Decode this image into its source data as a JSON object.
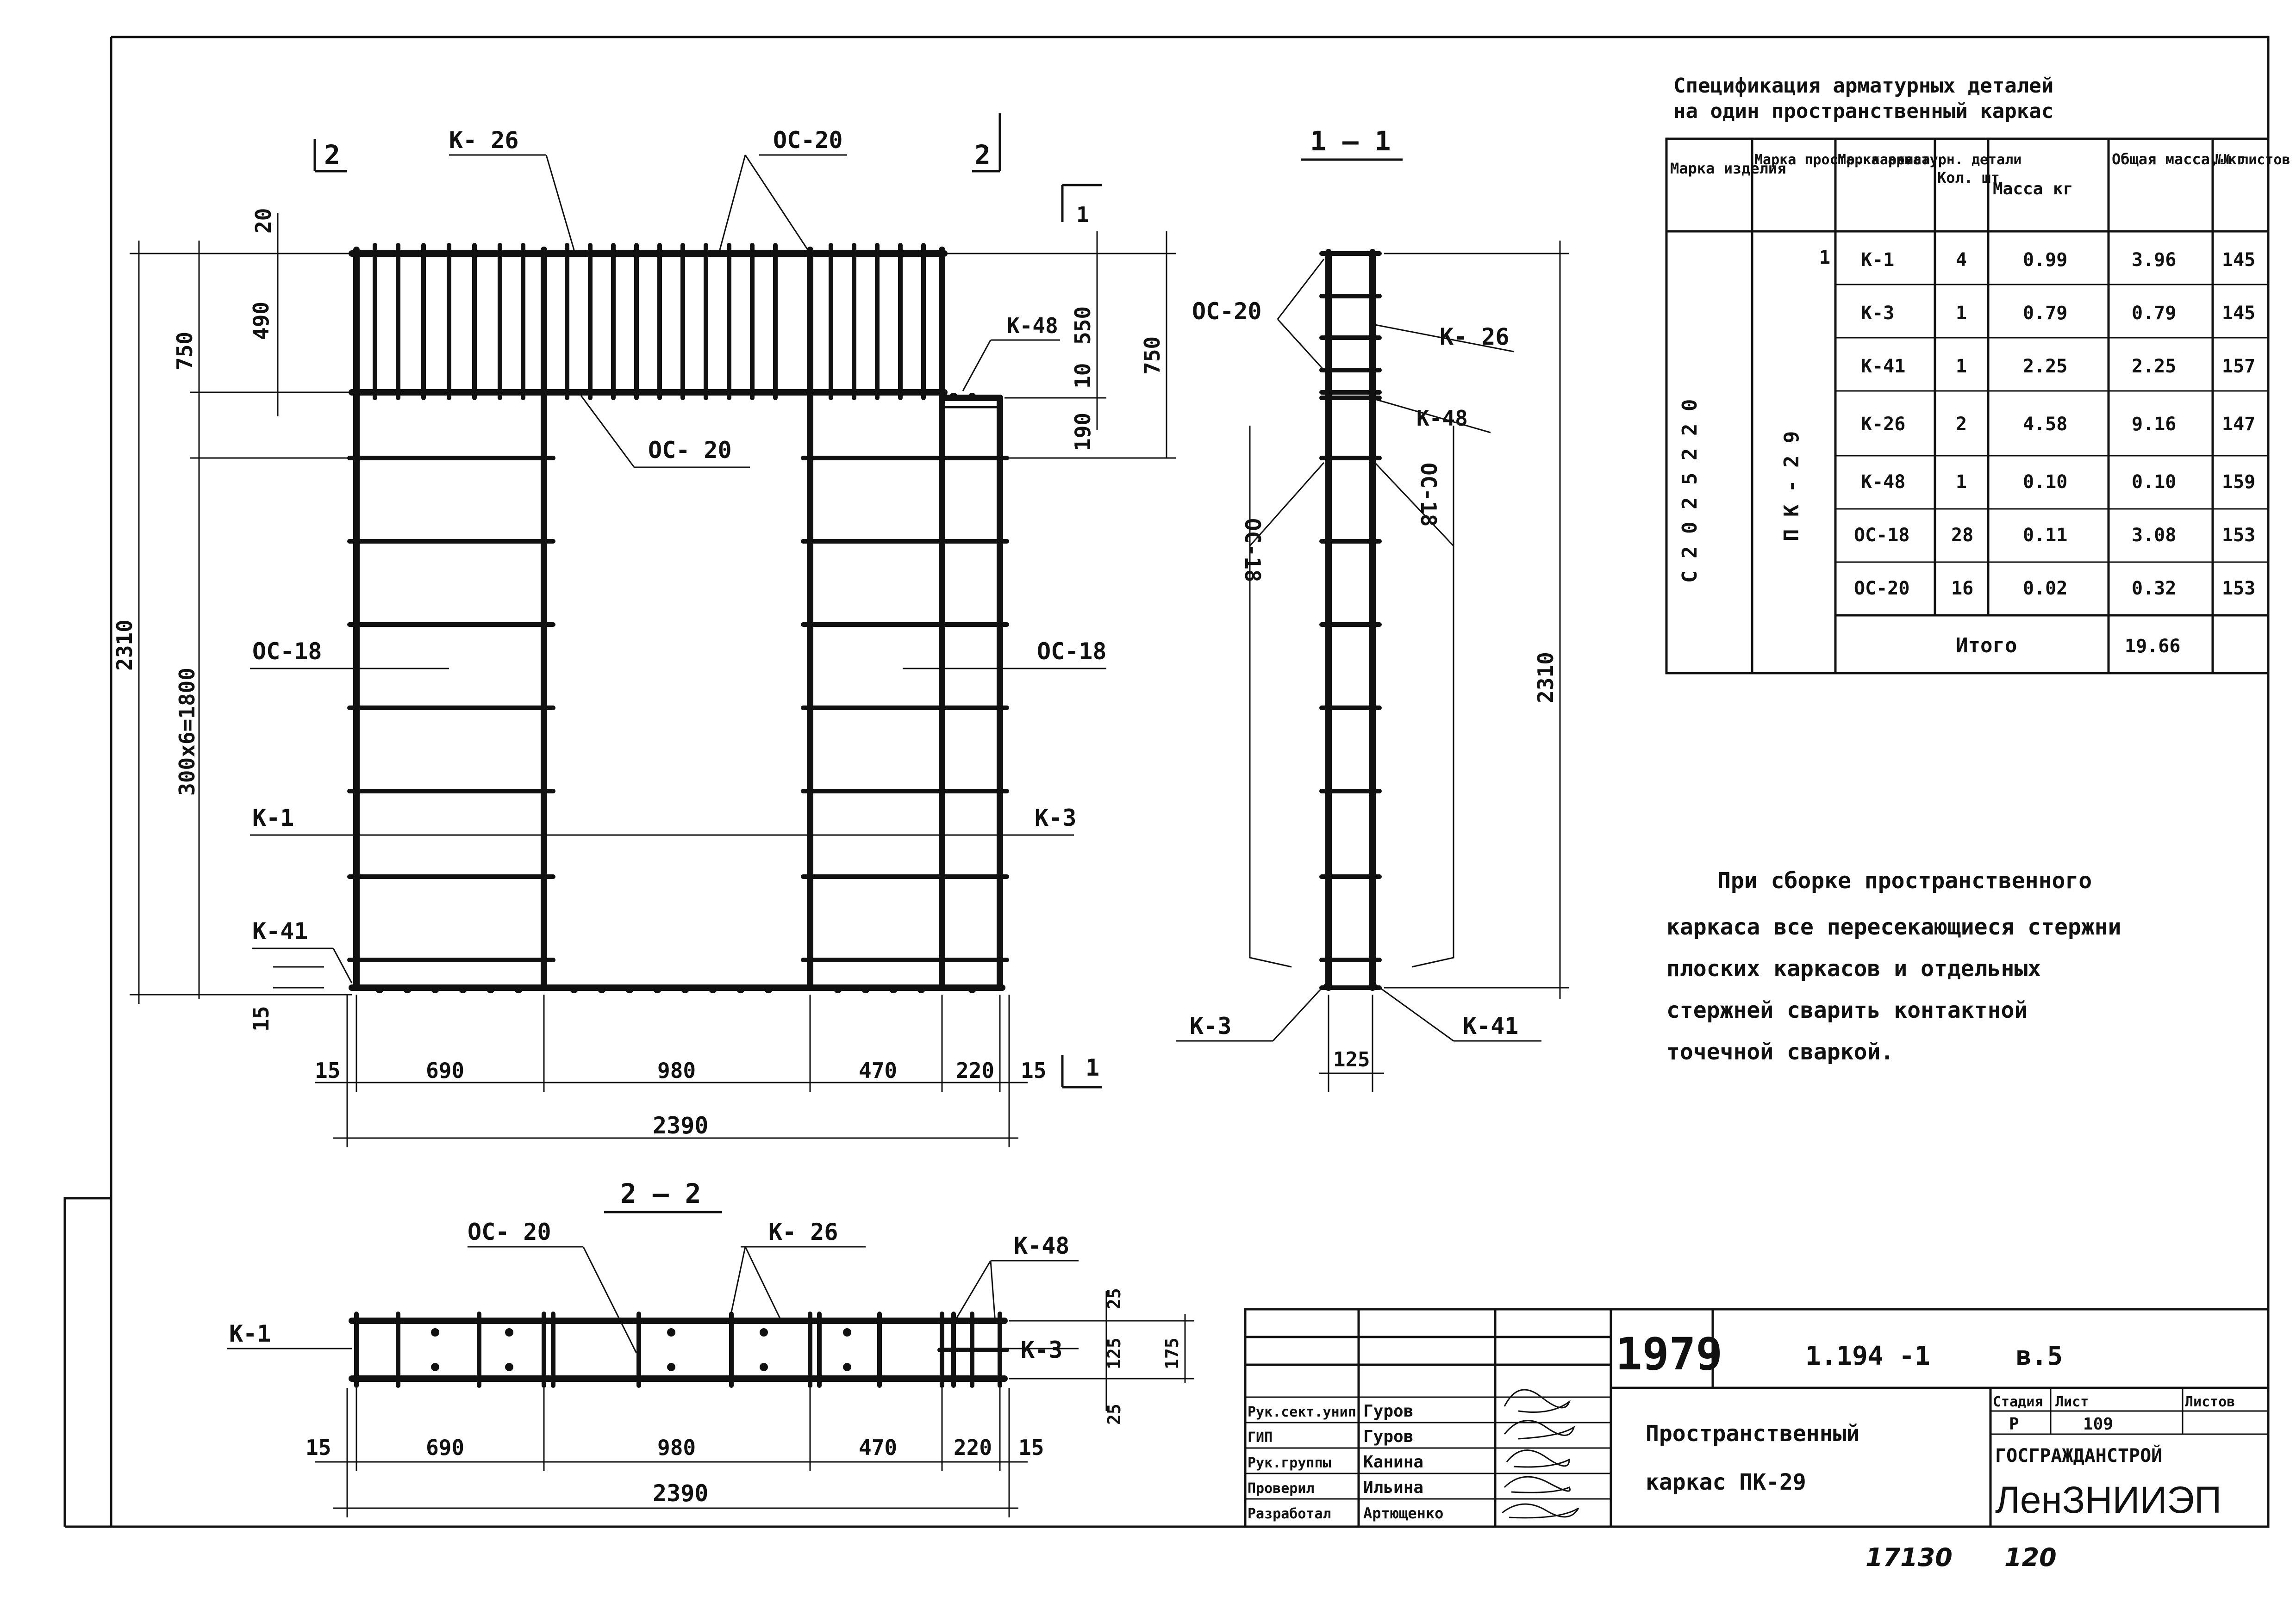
{
  "drawing": {
    "section_marks": {
      "left_2": "2",
      "right_2": "2",
      "section_1_1": "1 — 1",
      "section_2_2": "2 — 2",
      "cut_1": "1"
    },
    "front_view": {
      "labels": {
        "k26": "К- 26",
        "oc20_top": "ОС-20",
        "oc20_mid": "ОС- 20",
        "k48": "К-48",
        "oc18_left": "ОС-18",
        "oc18_right": "ОС-18",
        "k1": "К-1",
        "k3": "К-3",
        "k41": "К-41"
      },
      "dims": {
        "d20": "20",
        "d490": "490",
        "d750_left": "750",
        "d2310": "2310",
        "d300x6": "300х6=1800",
        "d15_vert": "15",
        "d10": "10",
        "d550": "550",
        "d750_right": "750",
        "d190": "190",
        "bottom": [
          "15",
          "690",
          "980",
          "470",
          "220",
          "15"
        ],
        "total": "2390"
      }
    },
    "section_1_1": {
      "labels": {
        "oc20": "ОС-20",
        "k26": "К- 26",
        "k48": "К-48",
        "oc18_left": "ОС-18",
        "oc18_right": "ОС-18",
        "k3": "К-3",
        "k41": "К-41"
      },
      "dims": {
        "height": "2310",
        "width": "125"
      }
    },
    "section_2_2": {
      "labels": {
        "oc20": "ОС- 20",
        "k26": "К- 26",
        "k48": "К-48",
        "k1": "К-1",
        "k3": "К-3"
      },
      "dims": {
        "d25_top": "25",
        "d125": "125",
        "d175": "175",
        "d25_bottom": "25",
        "bottom": [
          "15",
          "690",
          "980",
          "470",
          "220",
          "15"
        ],
        "total": "2390"
      }
    }
  },
  "specification": {
    "title_line1": "Спецификация арматурных деталей",
    "title_line2": "на один пространственный каркас",
    "headers": [
      "Марка изделия",
      "Марка простр. каркаса",
      "Марка арматурн. детали",
      "Кол. шт",
      "Масса кг",
      "Общая масса, кг",
      "№№ листов"
    ],
    "product_mark": "С 2 0 2 5 2 2 0",
    "frame_mark": "П К - 2 9",
    "rows": [
      {
        "part": "К-1",
        "qty": "4",
        "mass": "0.99",
        "total": "3.96",
        "sheet": "145"
      },
      {
        "part": "К-3",
        "qty": "1",
        "mass": "0.79",
        "total": "0.79",
        "sheet": "145"
      },
      {
        "part": "К-41",
        "qty": "1",
        "mass": "2.25",
        "total": "2.25",
        "sheet": "157"
      },
      {
        "part": "К-26",
        "qty": "2",
        "mass": "4.58",
        "total": "9.16",
        "sheet": "147"
      },
      {
        "part": "К-48",
        "qty": "1",
        "mass": "0.10",
        "total": "0.10",
        "sheet": "159"
      },
      {
        "part": "ОС-18",
        "qty": "28",
        "mass": "0.11",
        "total": "3.08",
        "sheet": "153"
      },
      {
        "part": "ОС-20",
        "qty": "16",
        "mass": "0.02",
        "total": "0.32",
        "sheet": "153"
      }
    ],
    "total_label": "Итого",
    "total_value": "19.66"
  },
  "note": {
    "lines": [
      "При сборке пространственного",
      "каркаса все пересекающиеся стержни",
      "плоских каркасов и отдельных",
      "стержней сварить контактной",
      "точечной сваркой."
    ]
  },
  "title_block": {
    "year": "1979",
    "series": "1.194 -1",
    "issue": "в.5",
    "name_line1": "Пространственный",
    "name_line2": "каркас  ПК-29",
    "stage_label": "Стадия",
    "sheet_label": "Лист",
    "sheets_label": "Листов",
    "stage": "Р",
    "sheet": "109",
    "sheets": "",
    "org1": "ГОСГРАЖДАНСТРОЙ",
    "org2": "ЛенЗНИИЭП",
    "roles": [
      {
        "role": "Рук.сект.унип",
        "name": "Гуров"
      },
      {
        "role": "ГИП",
        "name": "Гуров"
      },
      {
        "role": "Рук.группы",
        "name": "Канина"
      },
      {
        "role": "Проверил",
        "name": "Ильина"
      },
      {
        "role": "Разработал",
        "name": "Артющенко"
      }
    ]
  },
  "footer": {
    "archive": "17130",
    "page": "120"
  }
}
